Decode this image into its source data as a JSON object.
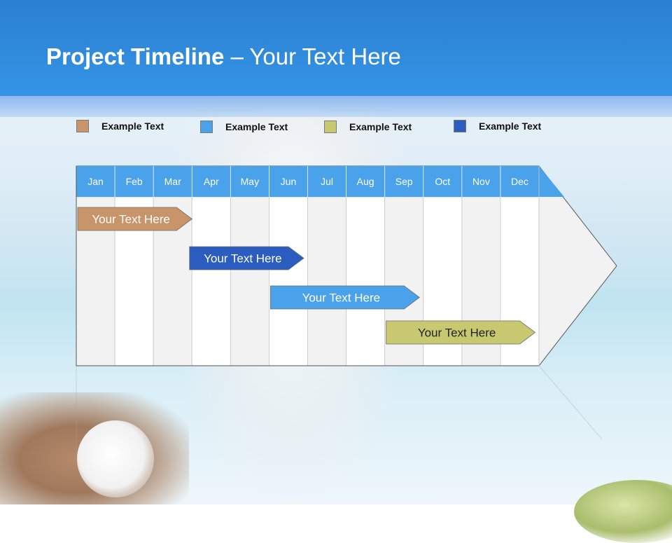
{
  "slide": {
    "title_bold": "Project Timeline",
    "title_rest": " – Your Text Here"
  },
  "legend": [
    {
      "label": "Example Text",
      "color": "#c8946a"
    },
    {
      "label": "Example Text",
      "color": "#4aa3ea"
    },
    {
      "label": "Example Text",
      "color": "#c8c870"
    },
    {
      "label": "Example Text",
      "color": "#2a5dbf"
    }
  ],
  "timeline": {
    "months": [
      "Jan",
      "Feb",
      "Mar",
      "Apr",
      "May",
      "Jun",
      "Jul",
      "Aug",
      "Sep",
      "Oct",
      "Nov",
      "Dec"
    ],
    "header_color": "#4aa3ea",
    "tasks": [
      {
        "label": "Your  Text Here",
        "color": "#c8946a",
        "start_month": 1.0,
        "end_month": 4.0
      },
      {
        "label": "Your  Text Here",
        "color": "#2a5dbf",
        "start_month": 3.9,
        "end_month": 6.9
      },
      {
        "label": "Your  Text Here",
        "color": "#4aa3ea",
        "start_month": 6.0,
        "end_month": 9.9
      },
      {
        "label": "Your  Text Here",
        "color": "#c8c870",
        "start_month": 9.0,
        "end_month": 12.9
      }
    ]
  }
}
